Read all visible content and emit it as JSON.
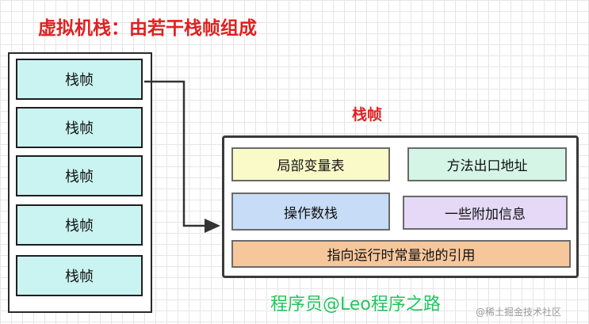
{
  "title": "虚拟机栈：由若干栈帧组成",
  "stack": {
    "frames": [
      "栈帧",
      "栈帧",
      "栈帧",
      "栈帧",
      "栈帧"
    ]
  },
  "frame_detail": {
    "title": "栈帧",
    "local_vars": "局部变量表",
    "return_address": "方法出口地址",
    "operand_stack": "操作数栈",
    "extra_info": "一些附加信息",
    "const_pool_ref": "指向运行时常量池的引用"
  },
  "colors": {
    "title_red": "#e02020",
    "frame_cyan": "#c9f4f2",
    "yellow": "#fafac8",
    "mint": "#d5f5e6",
    "blue": "#c7dcf7",
    "lavender": "#e5d9f7",
    "orange": "#f7c79c",
    "watermark_green": "#22c55e"
  },
  "watermark": {
    "author": "程序员@Leo程序之路",
    "site": "@稀土掘金技术社区"
  }
}
